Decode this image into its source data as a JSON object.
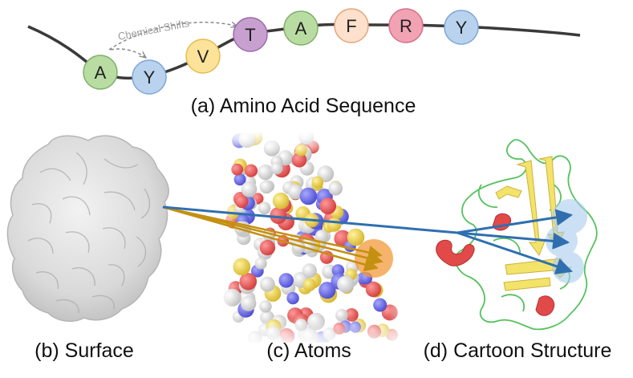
{
  "chemical_shifts_label": "Chemical Shifts",
  "captions": {
    "sequence": "(a) Amino Acid Sequence",
    "surface": "(b) Surface",
    "atoms": "(c) Atoms",
    "cartoon": "(d) Cartoon Structure"
  },
  "residues": [
    {
      "letter": "A",
      "fill": "#b9dca3",
      "stroke": "#7fb069"
    },
    {
      "letter": "Y",
      "fill": "#b9d3ef",
      "stroke": "#7ea6d6"
    },
    {
      "letter": "V",
      "fill": "#fde39a",
      "stroke": "#e1bd4d"
    },
    {
      "letter": "T",
      "fill": "#c8a0d0",
      "stroke": "#9d6aac"
    },
    {
      "letter": "A",
      "fill": "#b9dca3",
      "stroke": "#7fb069"
    },
    {
      "letter": "F",
      "fill": "#fde1cc",
      "stroke": "#e4a57a"
    },
    {
      "letter": "R",
      "fill": "#f1a3b4",
      "stroke": "#d66f86"
    },
    {
      "letter": "Y",
      "fill": "#b9d3ef",
      "stroke": "#7ea6d6"
    }
  ],
  "colors": {
    "blue_arrow": "#2f6fb0",
    "gold_arrow": "#c39010",
    "backbone": "#3a3a3a",
    "helix": "#e24a4a",
    "strand": "#f4e36a",
    "loop": "#55c25e"
  }
}
